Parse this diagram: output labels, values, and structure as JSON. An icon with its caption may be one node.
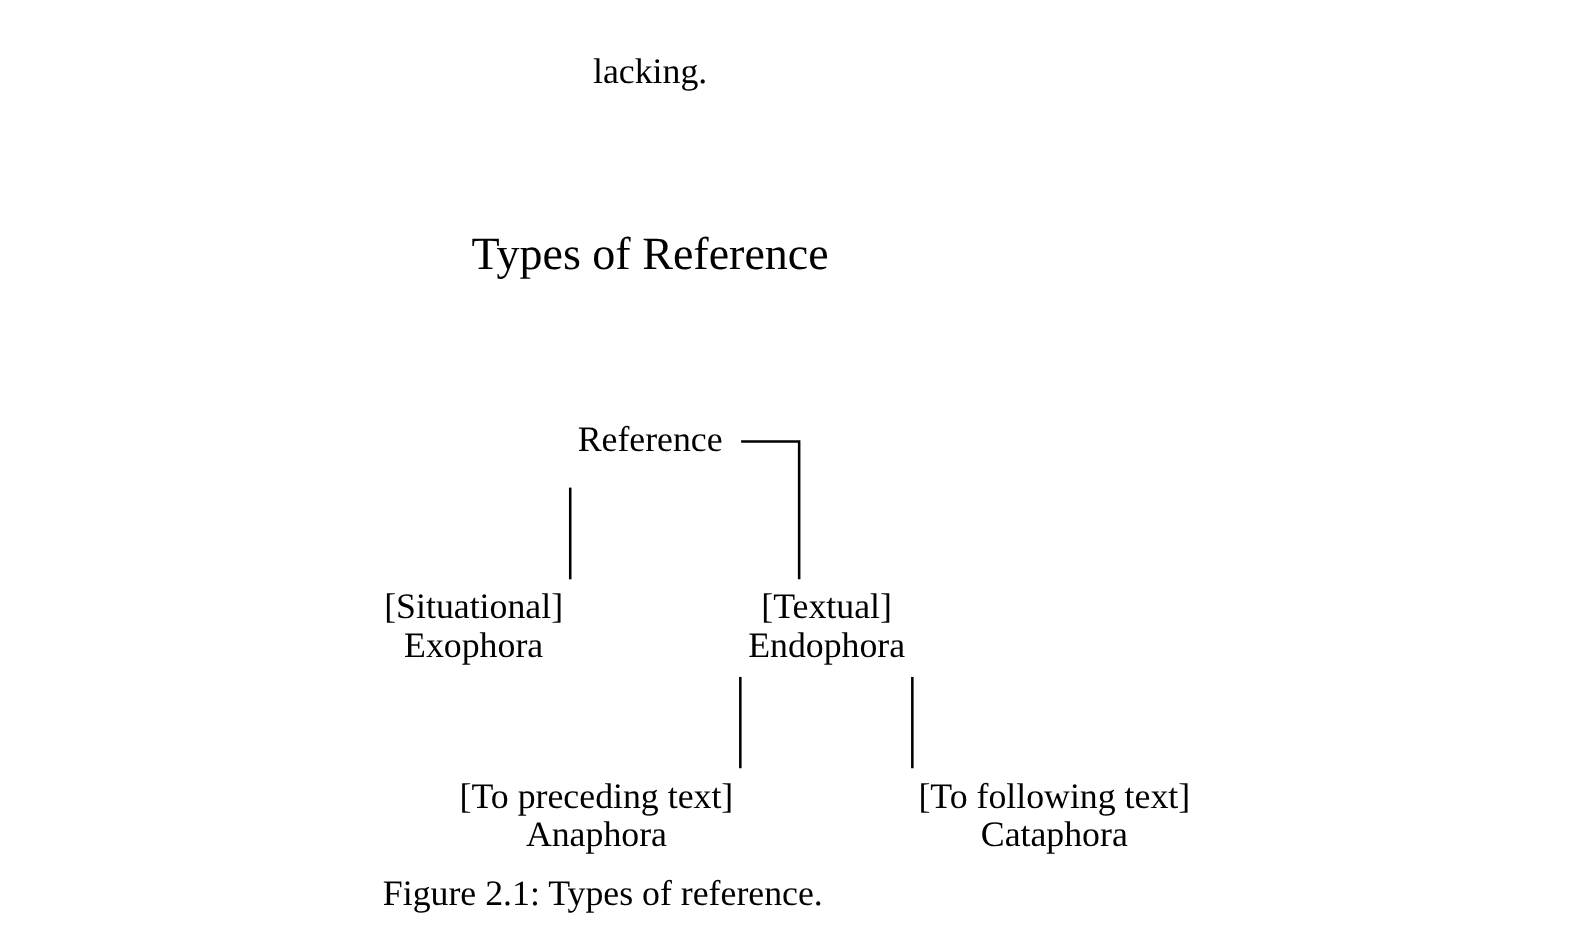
{
  "diagram": {
    "title": "Types of Reference",
    "caption": "Figure 2.1: Types of reference.",
    "nodes": [
      {
        "text": [
          "Reference"
        ]
      },
      {
        "text": [
          "[Situational]",
          "Exophora"
        ]
      },
      {
        "text": [
          "[Textual]",
          "Endophora"
        ]
      },
      {
        "text": [
          "[To preceding text]",
          "Anaphora"
        ]
      },
      {
        "text": [
          "[To following text]",
          "Cataphora"
        ]
      }
    ],
    "edges": [
      {
        "from": 0,
        "to": 1,
        "arrow": "none"
      },
      {
        "from": 0,
        "to": 2,
        "arrow": "none"
      },
      {
        "from": 2,
        "to": 3,
        "arrow": "none"
      },
      {
        "from": 2,
        "to": 4,
        "arrow": "none"
      }
    ],
    "labels": [
      "lacking."
    ]
  }
}
